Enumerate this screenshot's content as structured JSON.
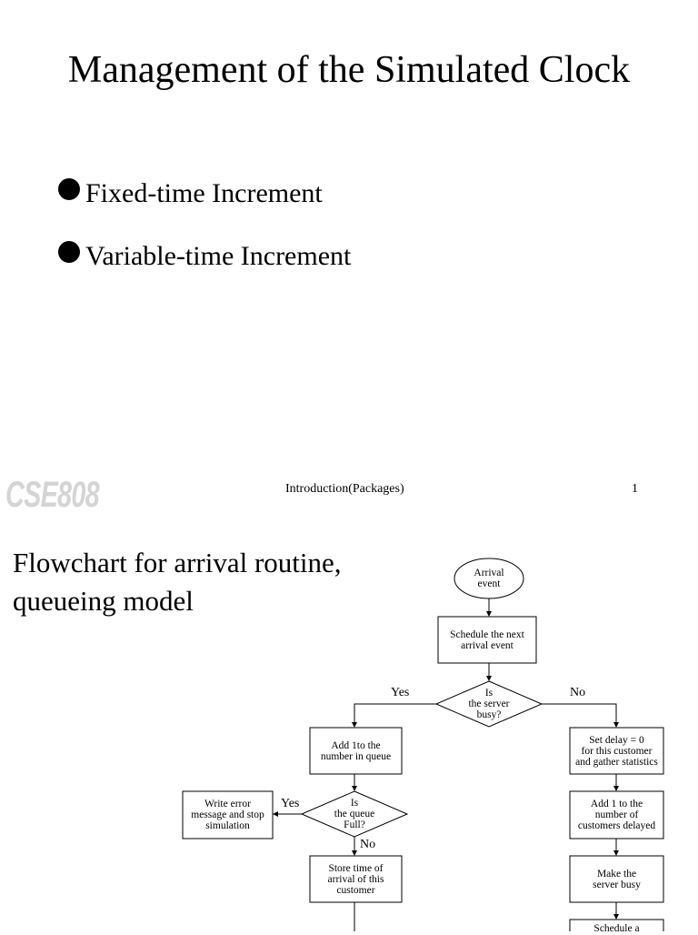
{
  "slide1": {
    "title": "Management of the Simulated Clock",
    "bullets": [
      "Fixed-time Increment",
      "Variable-time Increment"
    ],
    "logo": "CSE808",
    "footer": "Introduction(Packages)",
    "page": "1"
  },
  "slide2": {
    "title": "Flowchart for arrival routine, queueing model",
    "flowchart": {
      "start": "Arrival\nevent",
      "schedule_next": "Schedule the next\narrival event",
      "server_busy": "Is\nthe server\nbusy?",
      "yes1": "Yes",
      "no1": "No",
      "add_queue": "Add 1to the\nnumber in queue",
      "queue_full": "Is\nthe queue\nFull?",
      "yes2": "Yes",
      "no2": "No",
      "error": "Write error\nmessage and stop\nsimulation",
      "store_time": "Store time of\narrival of this\ncustomer",
      "set_delay": "Set delay = 0\nfor this customer\nand gather statistics",
      "add_delayed": "Add 1 to the\nnumber of\ncustomers delayed",
      "make_busy": "Make the\nserver busy",
      "schedule_departure": "Schedule a"
    }
  }
}
